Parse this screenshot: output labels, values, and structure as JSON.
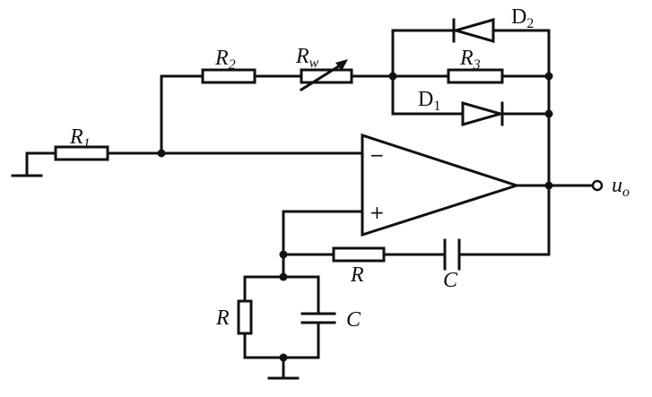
{
  "components": {
    "r1": {
      "name": "R",
      "sub": "1"
    },
    "r2": {
      "name": "R",
      "sub": "2"
    },
    "rw": {
      "name": "R",
      "sub": "w"
    },
    "r3": {
      "name": "R",
      "sub": "3"
    },
    "d1": {
      "name": "D",
      "sub": "1"
    },
    "d2": {
      "name": "D",
      "sub": "2"
    },
    "r_series": {
      "name": "R"
    },
    "c_series": {
      "name": "C"
    },
    "r_shunt": {
      "name": "R"
    },
    "c_shunt": {
      "name": "C"
    }
  },
  "opamp": {
    "minus": "−",
    "plus": "+"
  },
  "output": {
    "name": "u",
    "sub": "o"
  }
}
